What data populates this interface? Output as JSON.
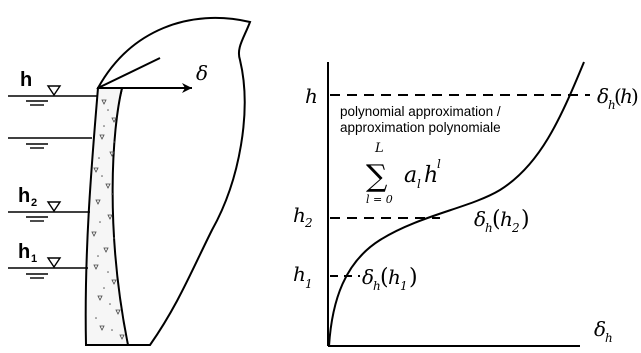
{
  "left": {
    "water_levels": [
      {
        "label": "h",
        "sub": ""
      },
      {
        "label": "h",
        "sub": "2"
      },
      {
        "label": "h",
        "sub": "1"
      }
    ],
    "displacement_label": "δ"
  },
  "right": {
    "axes": {
      "y_label": "h",
      "x_label_main": "δ",
      "x_label_sub": "h"
    },
    "levels": [
      {
        "name": "h",
        "label": "h",
        "sub": "",
        "value_main": "δ",
        "value_sub": "h",
        "value_arg": "h",
        "value_arg_sub": ""
      },
      {
        "name": "h2",
        "label": "h",
        "sub": "2",
        "value_main": "δ",
        "value_sub": "h",
        "value_arg": "h",
        "value_arg_sub": "2"
      },
      {
        "name": "h1",
        "label": "h",
        "sub": "1",
        "value_main": "δ",
        "value_sub": "h",
        "value_arg": "h",
        "value_arg_sub": "1"
      }
    ],
    "caption_line1": "polynomial approximation  /",
    "caption_line2": "approximation polynomiale",
    "formula": {
      "sum": "∑",
      "upper": "L",
      "lower": "l = 0",
      "coef": "a",
      "coef_sub": "l",
      "var": "h",
      "exp": "l"
    }
  }
}
